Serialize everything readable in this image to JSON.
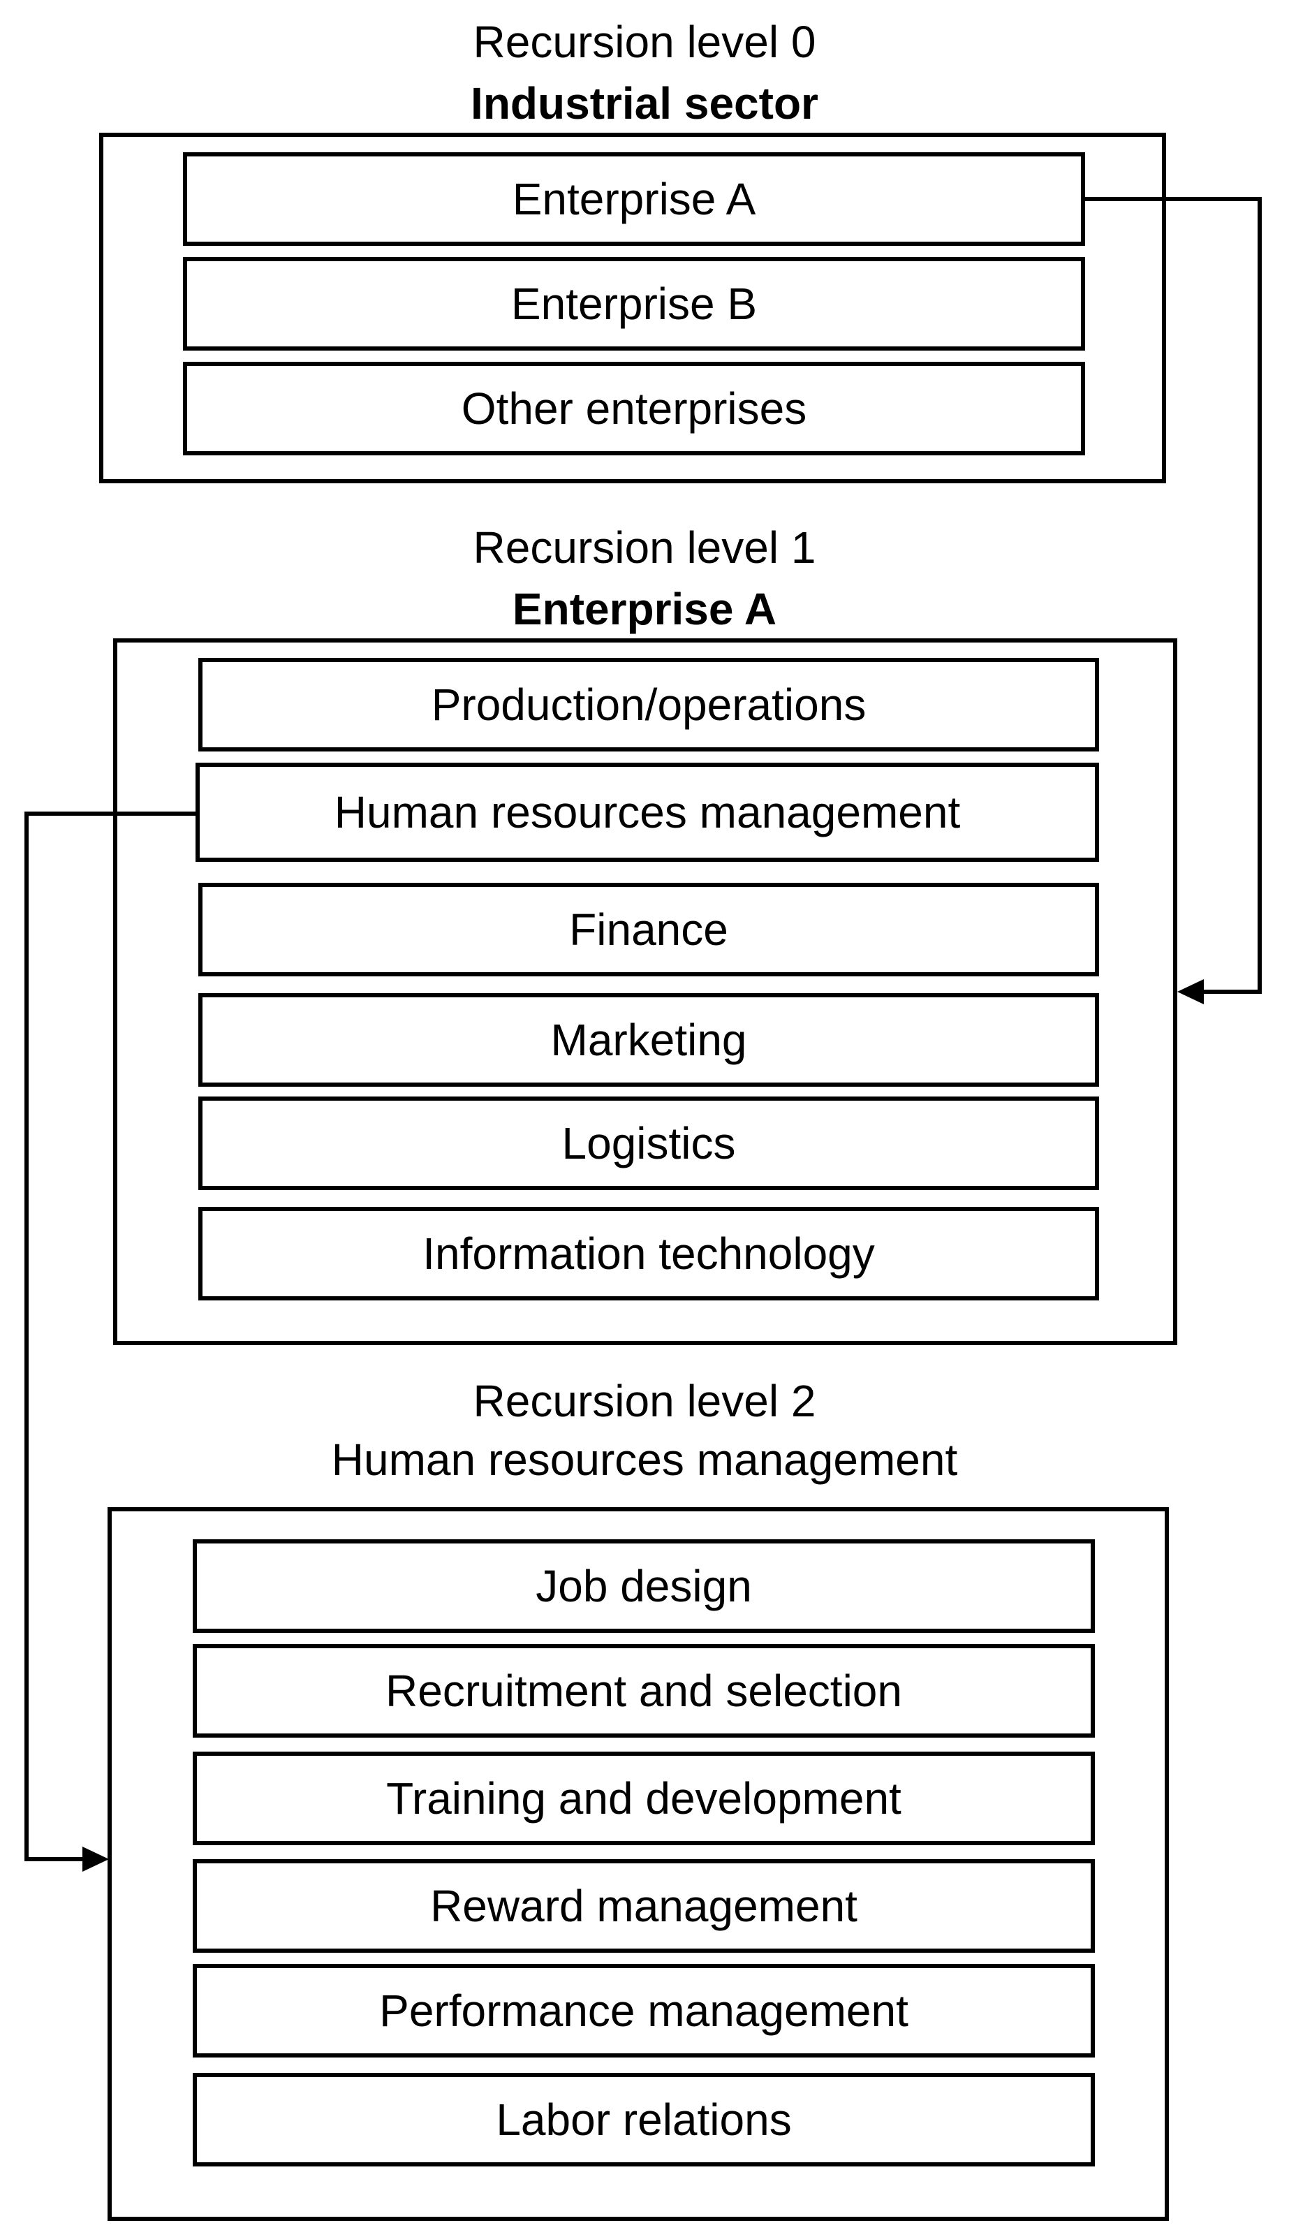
{
  "level0": {
    "caption": "Recursion level 0",
    "title": "Industrial sector",
    "items": [
      "Enterprise A",
      "Enterprise B",
      "Other enterprises"
    ]
  },
  "level1": {
    "caption": "Recursion level 1",
    "title": "Enterprise  A",
    "items": [
      "Production/operations",
      "Human  resources  management",
      "Finance",
      "Marketing",
      "Logistics",
      "Information technology"
    ]
  },
  "level2": {
    "caption": "Recursion level 2",
    "title": "Human  resources  management",
    "items": [
      "Job design",
      "Recruitment  and  selection",
      "Training  and  development",
      "Reward  management",
      "Performance  management",
      "Labor relations"
    ]
  },
  "colors": {
    "line": "#000000",
    "background": "#ffffff"
  }
}
